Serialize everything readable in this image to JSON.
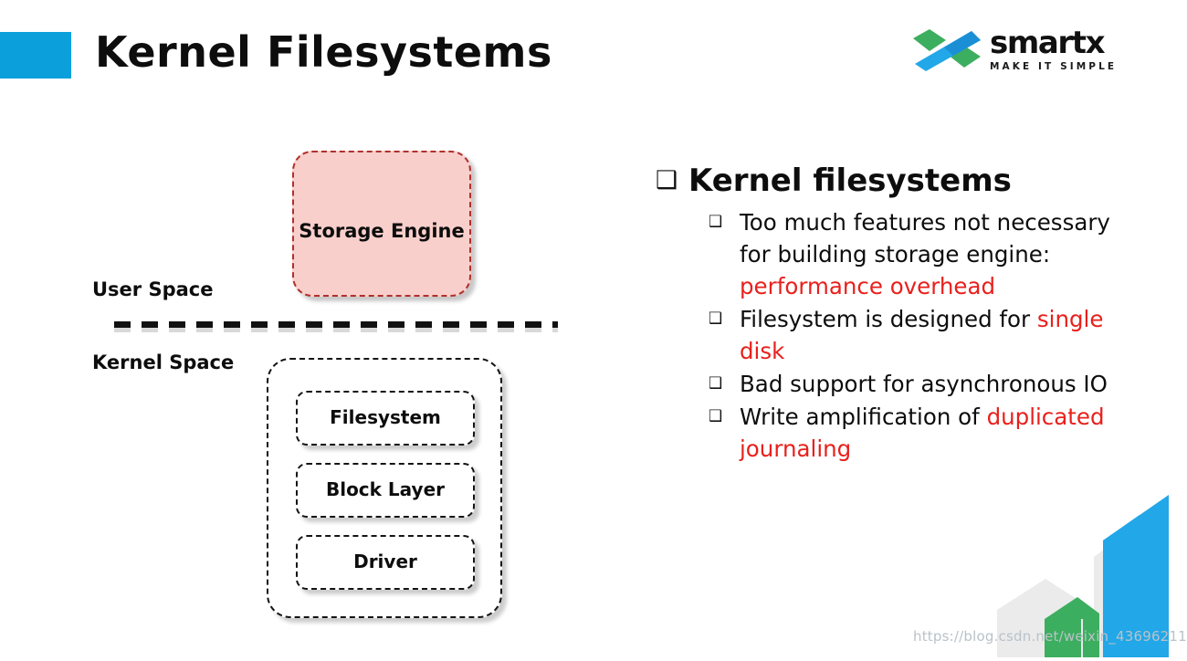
{
  "slide": {
    "title": "Kernel Filesystems",
    "accent_color": "#0ba0dc"
  },
  "logo": {
    "word": "smartx",
    "tagline": "MAKE IT SIMPLE",
    "mark_blue": "#22a7e8",
    "mark_green": "#3cae5f"
  },
  "diagram": {
    "storage_engine": {
      "label": "Storage Engine",
      "fill": "#f9cfcb",
      "border": "#b0302c"
    },
    "user_space_label": "User Space",
    "kernel_space_label": "Kernel Space",
    "kernel_boxes": [
      {
        "label": "Filesystem"
      },
      {
        "label": "Block Layer"
      },
      {
        "label": "Driver"
      }
    ]
  },
  "content": {
    "bullet_marker": "❑",
    "sub_bullet_marker": "❑",
    "main_bullet": "Kernel filesystems",
    "sub_bullets": [
      {
        "parts": [
          {
            "text": "Too much features not necessary for building storage engine: ",
            "color": "black"
          },
          {
            "text": "performance overhead",
            "color": "red"
          }
        ]
      },
      {
        "parts": [
          {
            "text": "Filesystem is designed for ",
            "color": "black"
          },
          {
            "text": "single disk",
            "color": "red"
          }
        ]
      },
      {
        "parts": [
          {
            "text": "Bad support for asynchronous IO",
            "color": "black"
          }
        ]
      },
      {
        "parts": [
          {
            "text": "Write amplification of ",
            "color": "black"
          },
          {
            "text": "duplicated journaling",
            "color": "red"
          }
        ]
      }
    ],
    "highlight_color": "#e8201c"
  },
  "footer": {
    "watermark": "https://blog.csdn.net/weixin_43696211"
  },
  "decoration": {
    "gray": "#ebebeb",
    "green": "#3cae5f",
    "blue": "#22a7e8"
  }
}
